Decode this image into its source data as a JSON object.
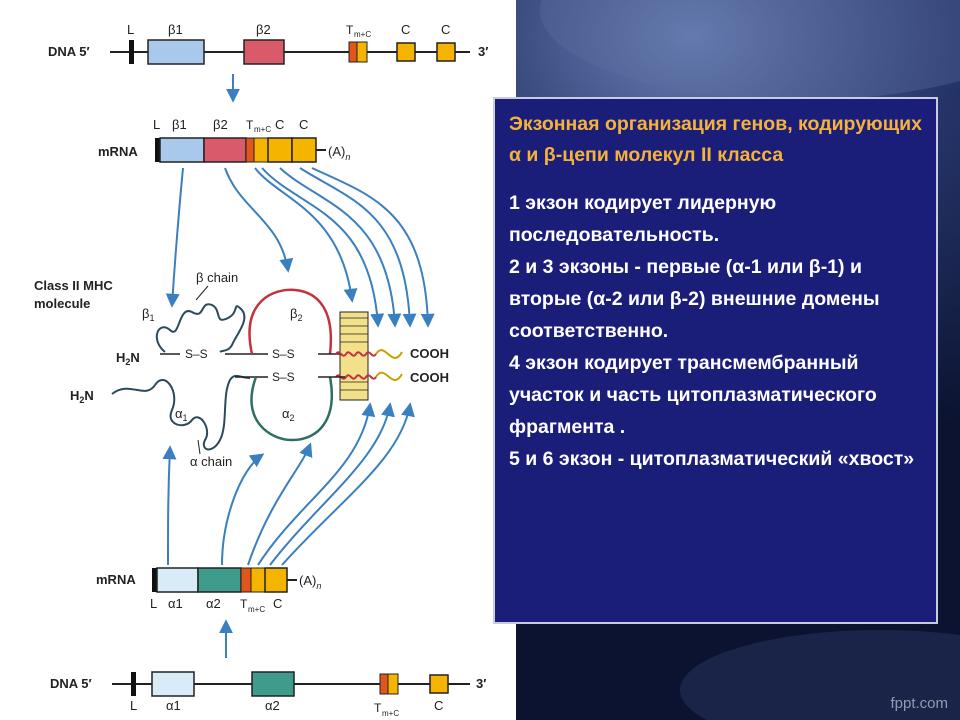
{
  "slide": {
    "title": "Экзонная организация генов, кодирующих α и β-цепи молекул II класса",
    "paragraphs": [
      "1 экзон кодирует лидерную последовательность.",
      "2 и 3 экзоны - первые (α-1 или β-1) и вторые (α-2 или β-2) внешние домены соответственно.",
      "4 экзон кодирует трансмембранный участок и часть цитоплазматического фрагмента .",
      "5 и 6 экзон - цитоплазматический «хвост»"
    ],
    "watermark": "fppt.com"
  },
  "figure": {
    "top_dna": {
      "label": "DNA 5′",
      "end": "3′",
      "exons": [
        "L",
        "β1",
        "β2",
        "T",
        "m+C",
        "C",
        "C"
      ]
    },
    "top_mrna": {
      "label": "mRNA",
      "exons": [
        "L",
        "β1",
        "β2",
        "T",
        "m+C",
        "C",
        "C"
      ],
      "tail": "(A)",
      "tail_sub": "n"
    },
    "molecule": {
      "title_line1": "Class II MHC",
      "title_line2": "molecule",
      "beta_chain": "β chain",
      "alpha_chain": "α chain",
      "beta1": "β",
      "beta1_sub": "1",
      "beta2": "β",
      "beta2_sub": "2",
      "alpha1": "α",
      "alpha1_sub": "1",
      "alpha2": "α",
      "alpha2_sub": "2",
      "h2n": "H",
      "h2n_sub": "2",
      "h2n_end": "N",
      "ss": "S–S",
      "cooh": "COOH"
    },
    "bottom_mrna": {
      "label": "mRNA",
      "exons": [
        "L",
        "α1",
        "α2",
        "T",
        "m+C",
        "C"
      ],
      "tail": "(A)",
      "tail_sub": "n"
    },
    "bottom_dna": {
      "label": "DNA 5′",
      "end": "3′",
      "exons": [
        "L",
        "α1",
        "α2",
        "T",
        "m+C",
        "C"
      ]
    }
  },
  "colors": {
    "beta1": "#a9c9ec",
    "beta2": "#d95b6a",
    "alpha1": "#d7ecf7",
    "alpha2": "#3f9c8d",
    "tm": "#e0561b",
    "cyto": "#f5b400",
    "arrow": "#3a7fbf",
    "slide_bg": "#1b1e78",
    "title": "#f4b23b"
  }
}
